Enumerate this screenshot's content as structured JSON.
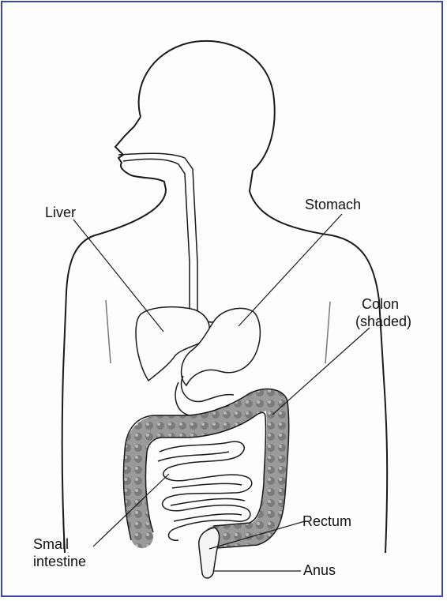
{
  "colors": {
    "border": "#3b4a9e",
    "outline": "#1a1a1a",
    "colon_fill": "#8d8d8d",
    "label": "#111111"
  },
  "labels": {
    "liver": "Liver",
    "stomach": "Stomach",
    "colon": [
      "Colon",
      "(shaded)"
    ],
    "rectum": "Rectum",
    "small_intestine": [
      "Small",
      "intestine"
    ],
    "anus": "Anus"
  }
}
